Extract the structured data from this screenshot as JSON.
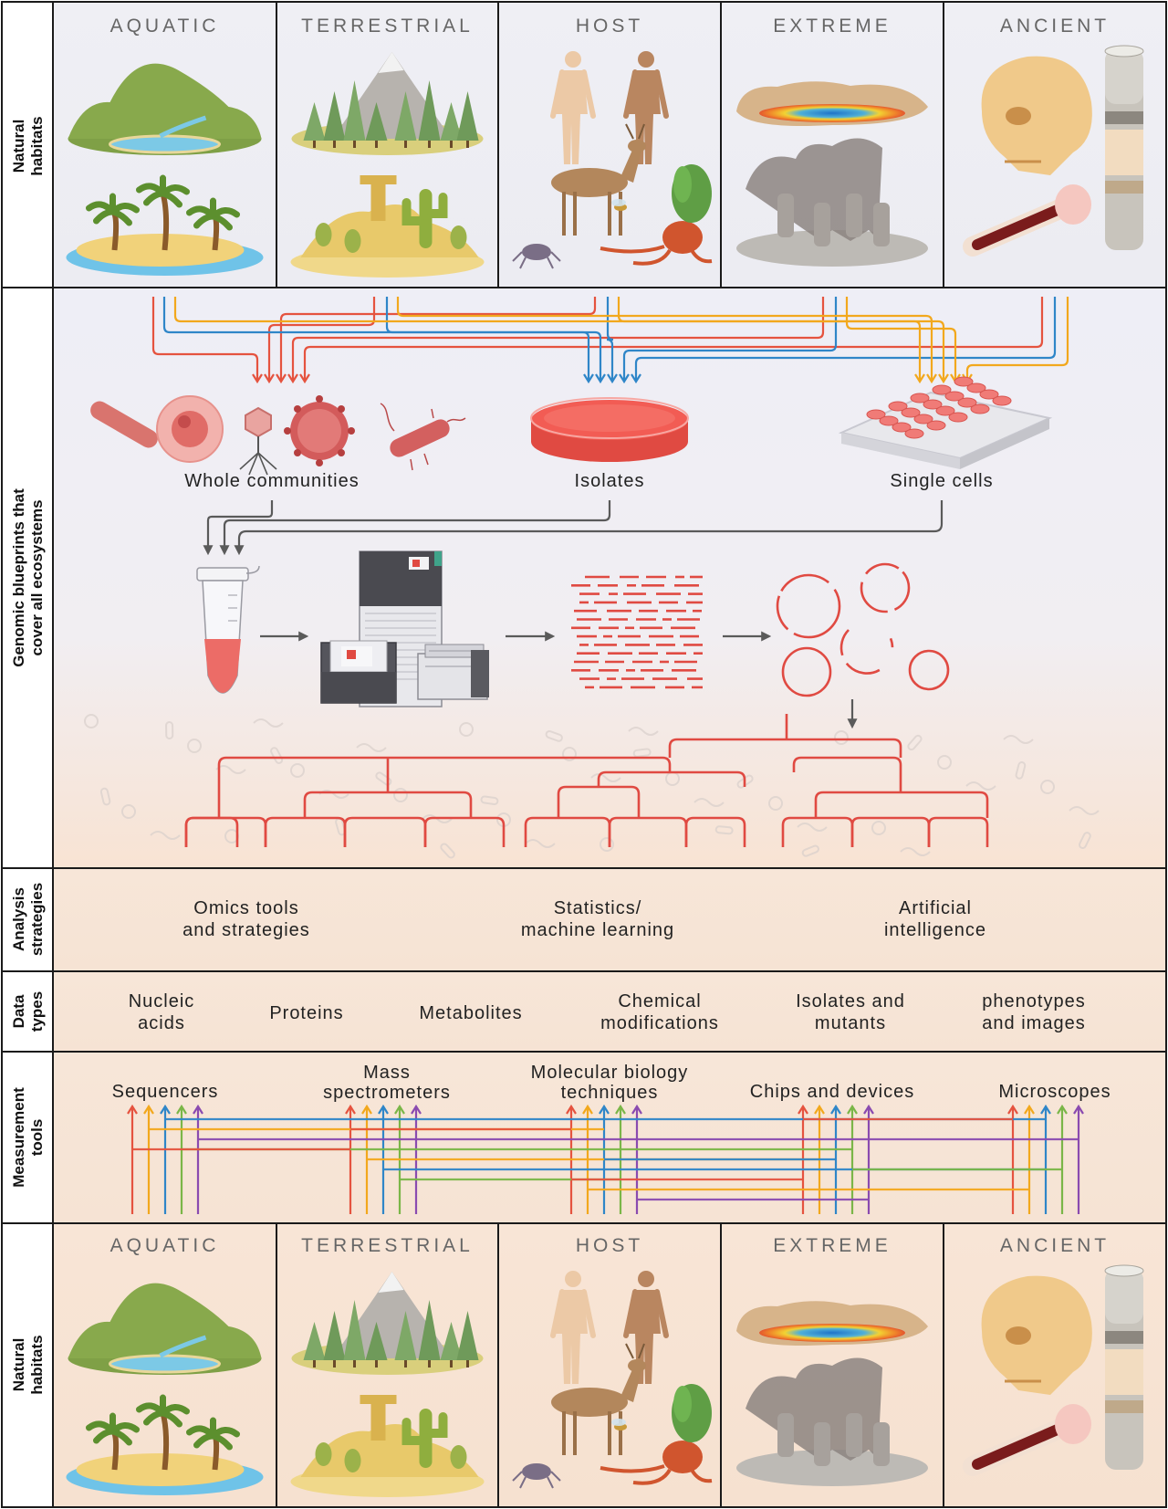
{
  "rows": {
    "natural_top": [
      "Natural",
      "habitats"
    ],
    "genomic": [
      "Genomic blueprints that",
      "cover all ecosystems"
    ],
    "analysis": [
      "Analysis",
      "strategies"
    ],
    "data_types": [
      "Data",
      "types"
    ],
    "measurement": [
      "Measurement",
      "tools"
    ],
    "natural_bottom": [
      "Natural",
      "habitats"
    ]
  },
  "habitats": [
    "AQUATIC",
    "TERRESTRIAL",
    "HOST",
    "EXTREME",
    "ANCIENT"
  ],
  "samples": {
    "whole": "Whole communities",
    "isolates": "Isolates",
    "single": "Single cells"
  },
  "analysis": [
    [
      "Omics tools",
      "and strategies"
    ],
    [
      "Statistics/",
      "machine learning"
    ],
    [
      "Artificial",
      "intelligence"
    ]
  ],
  "data_types": [
    [
      "Nucleic",
      "acids"
    ],
    [
      "Proteins"
    ],
    [
      "Metabolites"
    ],
    [
      "Chemical",
      "modifications"
    ],
    [
      "Isolates and",
      "mutants"
    ],
    [
      "phenotypes",
      "and images"
    ]
  ],
  "tools": [
    [
      "Sequencers"
    ],
    [
      "Mass",
      "spectrometers"
    ],
    [
      "Molecular biology",
      "techniques"
    ],
    [
      "Chips and devices"
    ],
    [
      "Microscopes"
    ]
  ],
  "colors": {
    "red": "#e5533f",
    "yellow": "#f2a81d",
    "blue": "#2f86c8",
    "green": "#7ab648",
    "purple": "#8a4bb0",
    "gray_arrow": "#5a5a5a",
    "cool_bg": "#eeeff5",
    "warm_bg": "#f8e6d8"
  }
}
